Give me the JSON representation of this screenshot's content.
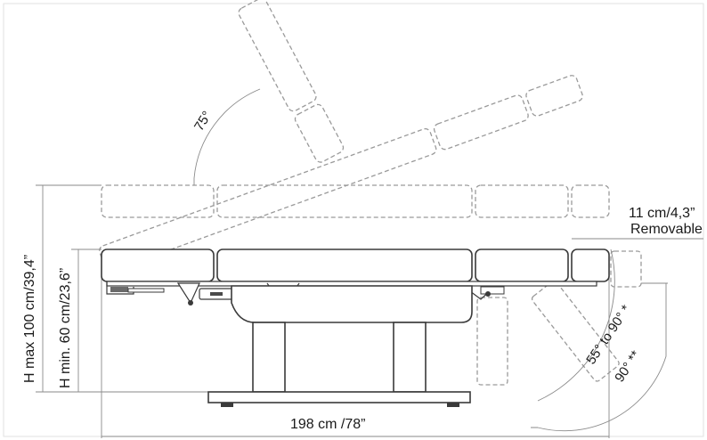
{
  "diagram": {
    "labels": {
      "height_max": "H max 100 cm/39,4”",
      "height_min": "H min. 60 cm/23,6”",
      "length": "198 cm /78”",
      "removable_size": "11 cm/4,3”",
      "removable_text": "Removable",
      "back_angle": "75°",
      "leg_angle": "55° to 90° *",
      "leg_angle_max": "90° **"
    },
    "colors": {
      "outline": "#3a3a3a",
      "dashed": "#9a9a9a",
      "background": "#ffffff"
    }
  }
}
